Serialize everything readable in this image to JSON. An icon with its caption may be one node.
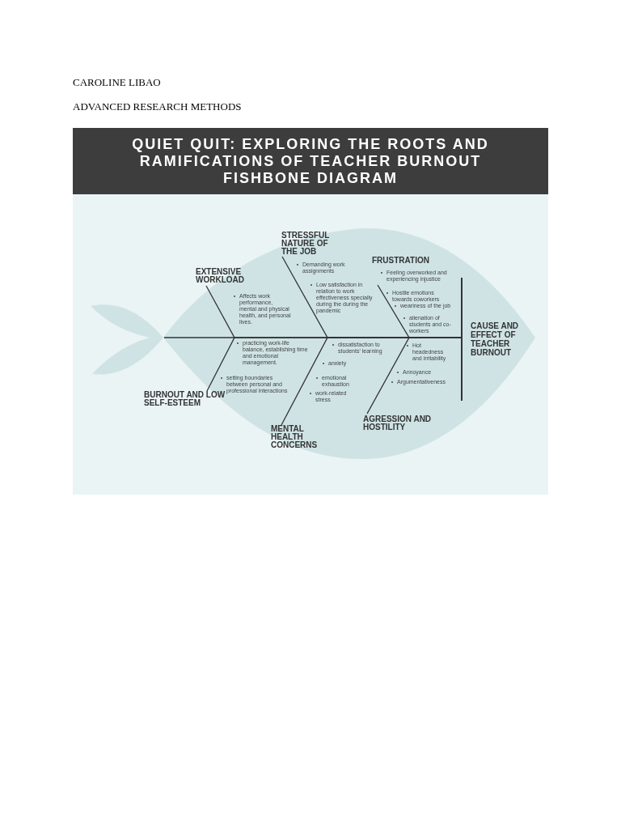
{
  "diagram": {
    "title": "QUIET QUIT: EXPLORING THE ROOTS AND RAMIFICATIONS OF TEACHER BURNOUT FISHBONE DIAGRAM",
    "nodes": [
      {
        "text": [
          "EXTENSIVE WORKLOAD"
        ],
        "beside": [
          "Affects work performance, mental and physical health, and personal lives."
        ]
      },
      {
        "text": [
          "STRESSFUL NATURE OF THE JOB"
        ],
        "beside": [
          "Demanding work assignments",
          "Low satisfaction in relation to work effectiveness specially during the during the pandemic"
        ]
      },
      {
        "text": [
          "FRUSTRATION"
        ],
        "beside": [
          "Feeling overworked and experiencing injustice",
          "Hostile emotions towards coworkers",
          "weariness of the job",
          "alienation of students and co-workers"
        ]
      },
      {
        "text": [
          "BURNOUT AND LOW SELF-ESTEEM"
        ],
        "beside": [
          "practicing work-life balance, establishing time and emotional management.",
          "setting boundaries between personal and professional interactions"
        ]
      },
      {
        "text": [
          "MENTAL HEALTH CONCERNS"
        ],
        "beside": [
          "dissatisfaction to students' learning",
          "anxiety",
          "emotional exhaustion",
          "work-related stress"
        ]
      },
      {
        "text": [
          "AGRESSION AND HOSTILITY"
        ],
        "beside": [
          "Hot headedness and irritability",
          "Annoyance",
          "Argumentativeness"
        ]
      },
      {
        "text": [
          "CAUSE AND EFFECT OF TEACHER BURNOUT"
        ]
      }
    ],
    "edges": [
      {
        "from": 0,
        "to": 6,
        "arrow": "none"
      },
      {
        "from": 1,
        "to": 6,
        "arrow": "none"
      },
      {
        "from": 2,
        "to": 6,
        "arrow": "none"
      },
      {
        "from": 3,
        "to": 6,
        "arrow": "none"
      },
      {
        "from": 4,
        "to": 6,
        "arrow": "none"
      },
      {
        "from": 5,
        "to": 6,
        "arrow": "none"
      }
    ],
    "labels": [
      "CAROLINE LIBAO",
      "ADVANCED RESEARCH METHODS"
    ]
  }
}
